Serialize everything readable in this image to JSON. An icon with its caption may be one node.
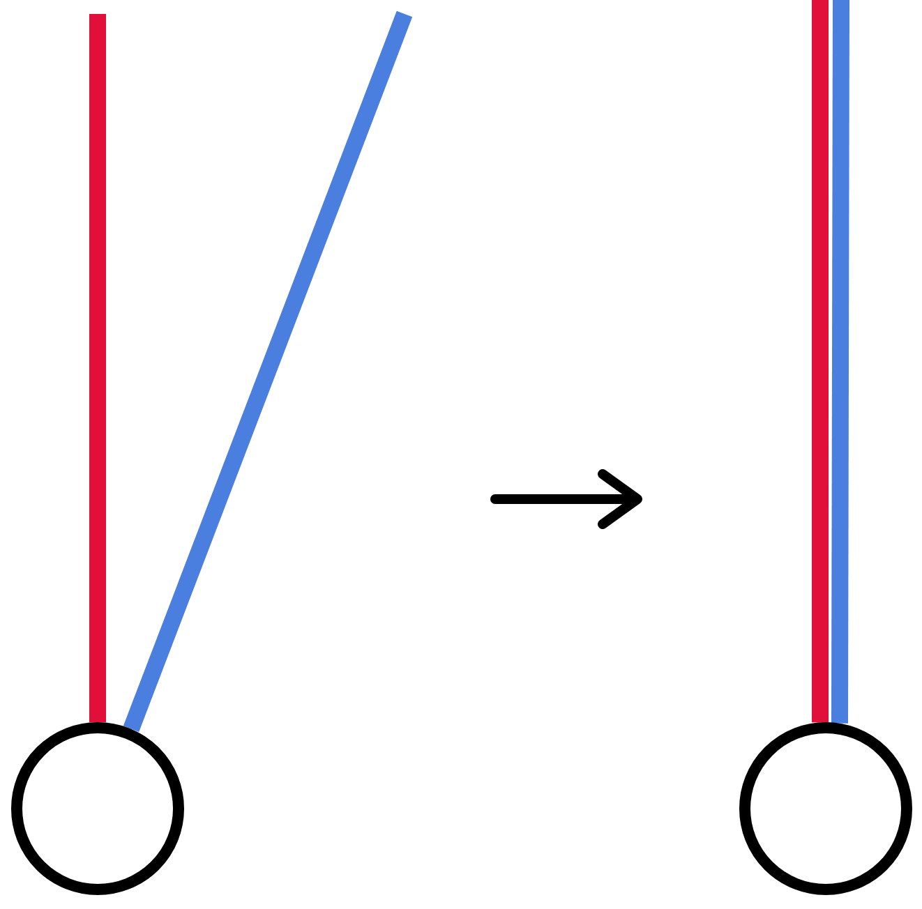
{
  "diagram": {
    "nodes": [
      {
        "text": [],
        "shape": "circle"
      },
      {
        "text": [],
        "shape": "circle"
      }
    ],
    "edges": [
      {
        "from": 0,
        "to": null,
        "arrow": "none",
        "color": "#e0103a"
      },
      {
        "from": 0,
        "to": null,
        "arrow": "none",
        "color": "#4a7fe0"
      },
      {
        "from": 1,
        "to": null,
        "arrow": "none",
        "color": "#e0103a"
      },
      {
        "from": 1,
        "to": null,
        "arrow": "none",
        "color": "#4a7fe0"
      }
    ]
  }
}
